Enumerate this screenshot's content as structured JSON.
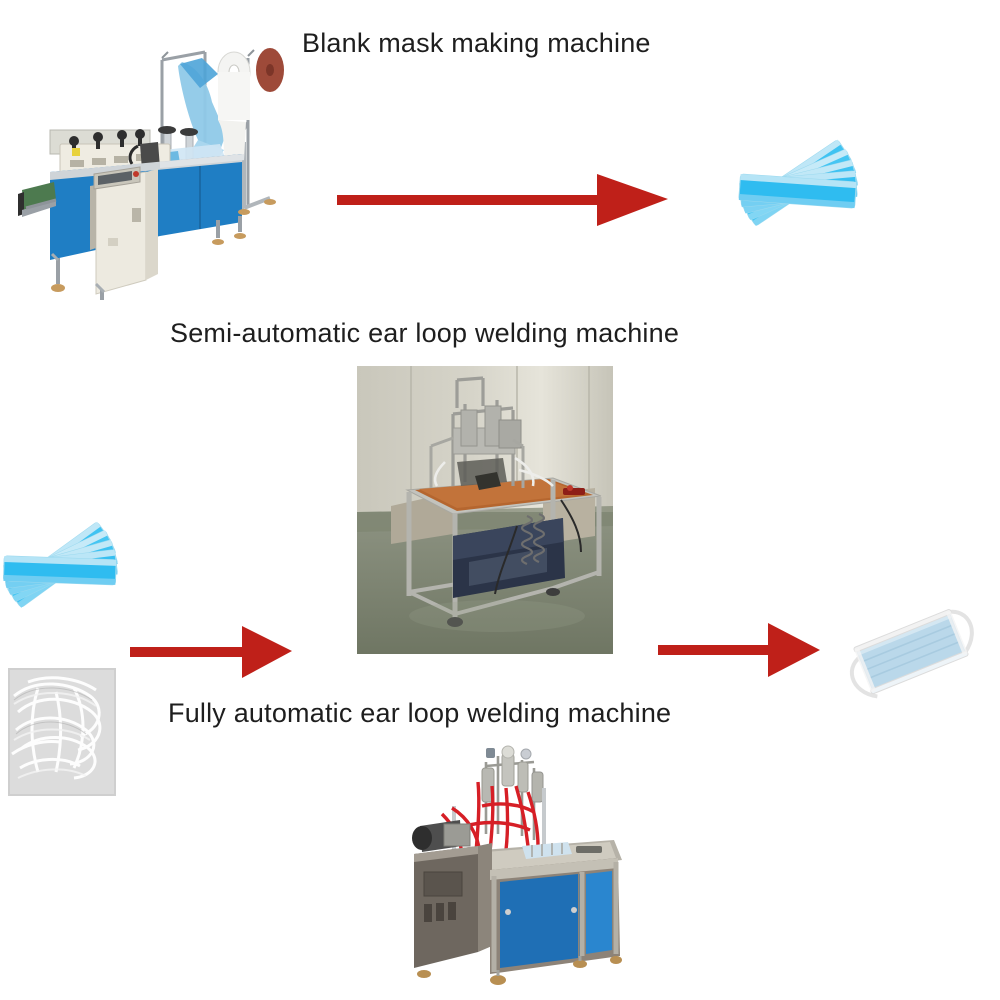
{
  "page": {
    "background": "#ffffff",
    "text_color": "#1e1e1e",
    "accent_arrow_color": "#bf2019",
    "type": "production-process-flow-diagram",
    "topic": "Disposable face mask production line workflow"
  },
  "captions": {
    "step1": "Blank mask making machine",
    "step2": "Semi-automatic ear loop welding machine",
    "step3": "Fully automatic ear loop welding machine"
  },
  "flow": {
    "arrow1_label": "arrow-right",
    "arrow2_label": "arrow-right",
    "arrow3_label": "arrow-right"
  },
  "items": {
    "machine_blank_mask": "blank-mask-making-machine-photo",
    "mask_blanks_top": "stack-of-blue-mask-blanks",
    "mask_blanks_left": "stack-of-blue-mask-blanks",
    "elastic_cord": "white-elastic-ear-loop-cord-bundle",
    "machine_semi_auto": "semi-automatic-ear-loop-welding-machine-photo",
    "machine_full_auto": "fully-automatic-ear-loop-welding-machine-photo",
    "finished_mask": "finished-blue-surgical-mask-with-ear-loops"
  },
  "colors": {
    "machine_blue_panel": "#1f7ec4",
    "machine_cream_panel": "#e8e4da",
    "mask_blue": "#36bdf0",
    "finished_mask_blue": "#bad8ea",
    "photo_wall": "#cfcdc2",
    "photo_floor": "#7f8672",
    "worktop_orange": "#b5662f",
    "arrow_red": "#bf2019"
  }
}
